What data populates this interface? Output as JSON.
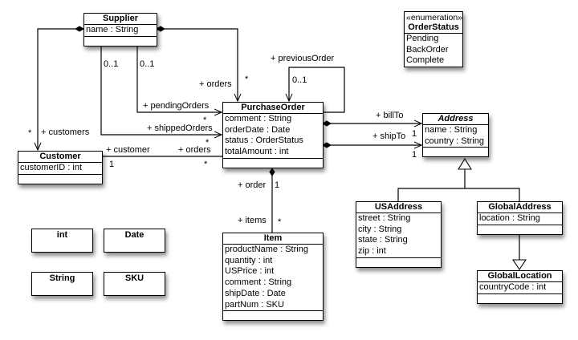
{
  "classes": {
    "supplier": {
      "name": "Supplier",
      "attributes": [
        "name : String"
      ]
    },
    "purchase_order": {
      "name": "PurchaseOrder",
      "attributes": [
        "comment : String",
        "orderDate : Date",
        "status : OrderStatus",
        "totalAmount : int"
      ]
    },
    "customer": {
      "name": "Customer",
      "attributes": [
        "customerID : int"
      ]
    },
    "address": {
      "name": "Address",
      "abstract": true,
      "attributes": [
        "name : String",
        "country : String"
      ]
    },
    "us_address": {
      "name": "USAddress",
      "attributes": [
        "street : String",
        "city : String",
        "state : String",
        "zip : int"
      ]
    },
    "global_address": {
      "name": "GlobalAddress",
      "attributes": [
        "location : String"
      ]
    },
    "global_location": {
      "name": "GlobalLocation",
      "attributes": [
        "countryCode : int"
      ]
    },
    "item": {
      "name": "Item",
      "attributes": [
        "productName : String",
        "quantity : int",
        "USPrice : int",
        "comment : String",
        "shipDate : Date",
        "partNum : SKU"
      ]
    },
    "order_status": {
      "stereotype": "«enumeration»",
      "name": "OrderStatus",
      "literals": [
        "Pending",
        "BackOrder",
        "Complete"
      ]
    }
  },
  "primitives": [
    "int",
    "Date",
    "String",
    "SKU"
  ],
  "associations": {
    "supplier_orders": {
      "role": "+ orders",
      "mult": "*"
    },
    "supplier_customers": {
      "role": "+ customers",
      "mult": "*"
    },
    "pending": {
      "source_mult": "0..1",
      "role": "+ pendingOrders",
      "mult": "*"
    },
    "shipped": {
      "source_mult": "0..1",
      "role": "+ shippedOrders",
      "mult": "*"
    },
    "customer_orders": {
      "role_customer": "+ customer",
      "mult_customer": "1",
      "role_orders": "+ orders",
      "mult_orders": "*"
    },
    "previous_order": {
      "role": "+ previousOrder",
      "mult": "0..1"
    },
    "bill_to": {
      "role": "+ billTo",
      "mult": "1"
    },
    "ship_to": {
      "role": "+ shipTo",
      "mult": "1"
    },
    "order_items": {
      "role_order": "+ order",
      "mult_order": "1",
      "role_items": "+ items",
      "mult_items": "*"
    }
  }
}
